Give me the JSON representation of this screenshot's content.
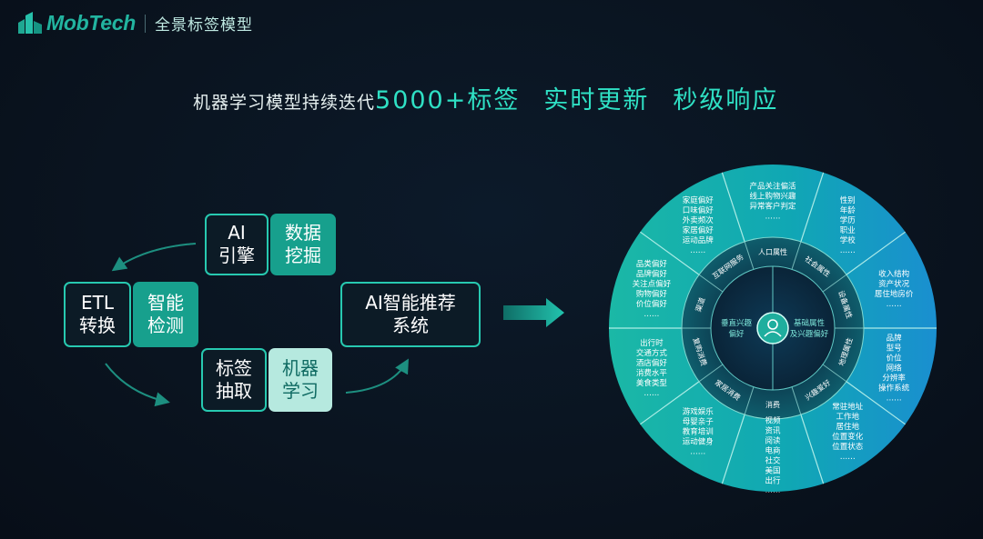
{
  "brand": {
    "name": "MobTech",
    "product": "全景标签模型",
    "accent": "#22b4a0"
  },
  "headline": {
    "lead": "机器学习模型持续迭代",
    "highlight_1": "5000+标签",
    "highlight_2": "实时更新",
    "highlight_3": "秒级响应",
    "highlight_color": "#2fe0c4"
  },
  "flow": {
    "ai_engine": "AI\n引擎",
    "data_mining": "数据\n挖掘",
    "etl": "ETL\n转换",
    "smart_detection": "智能\n检测",
    "tag_extraction": "标签\n抽取",
    "machine_learning": "机器\n学习",
    "recommendation": "AI智能推荐\n系统"
  },
  "wheel": {
    "center_left": "垂直兴趣\n偏好",
    "center_right": "基础属性\n及兴趣偏好",
    "inner_ring": [
      "人口属性",
      "社会属性",
      "设备属性",
      "地理属性",
      "兴趣爱好",
      "消费",
      "家居消费",
      "复购消费",
      "渠道",
      "互联网服务"
    ],
    "outer_segments": [
      {
        "name": "seg-top",
        "text": "产品关注偏活\n线上购物兴趣\n异常客户判定\n……"
      },
      {
        "name": "seg-top-right",
        "text": "性别\n年龄\n学历\n职业\n学校\n……"
      },
      {
        "name": "seg-right-upper",
        "text": "收入结构\n资产状况\n居住地房价\n……"
      },
      {
        "name": "seg-right",
        "text": "品牌\n型号\n价位\n网络\n分辨率\n操作系统\n……"
      },
      {
        "name": "seg-right-lower",
        "text": "常驻地址\n工作地\n居住地\n位置变化\n位置状态\n……"
      },
      {
        "name": "seg-bottom-right",
        "text": "视频\n资讯\n阅读\n电商\n社交\n美国\n出行\n……"
      },
      {
        "name": "seg-bottom",
        "text": "游戏娱乐\n母婴亲子\n教育培训\n运动健身\n……"
      },
      {
        "name": "seg-bottom-left",
        "text": "出行时\n交通方式\n酒店偏好\n消费水平\n美食类型\n……"
      },
      {
        "name": "seg-left",
        "text": "品类偏好\n品牌偏好\n关注点偏好\n购物偏好\n价位偏好\n……"
      },
      {
        "name": "seg-top-left",
        "text": "家庭偏好\n口味偏好\n外卖频次\n家居偏好\n运动品牌\n……"
      }
    ]
  }
}
